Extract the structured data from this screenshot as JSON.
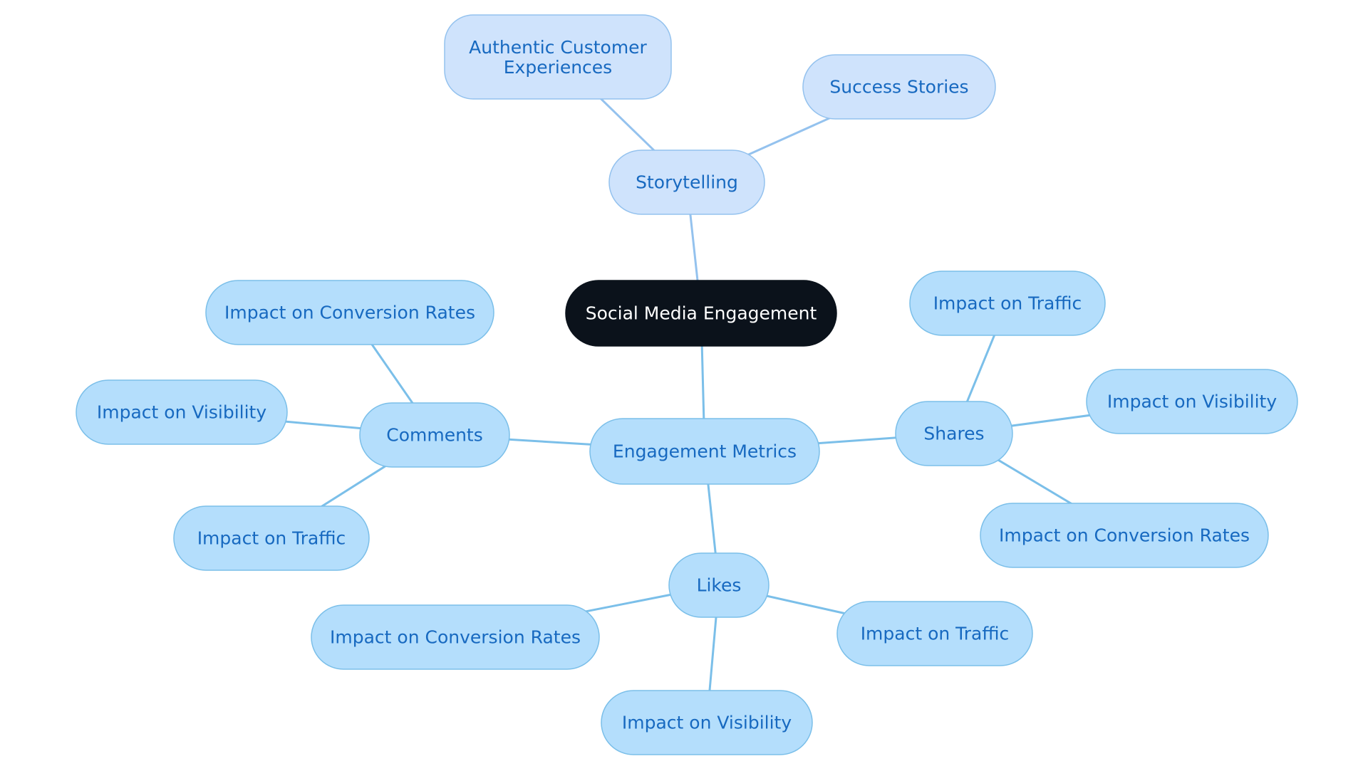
{
  "colors": {
    "background": "#ffffff",
    "root_fill": "#0b121b",
    "root_text": "#ffffff",
    "branch_fill": "#cfe3fc",
    "branch_stroke": "#94c2ee",
    "branch_text": "#1769c0",
    "leaf_fill": "#b4defc",
    "leaf_stroke": "#7bbfe9",
    "leaf_text": "#1769c0",
    "edge_storytelling": "#94c2ee",
    "edge_metrics": "#7bbfe9"
  },
  "diagram": {
    "root": {
      "id": "root",
      "label": "Social Media Engagement"
    },
    "nodes": [
      {
        "id": "storytelling",
        "label": "Storytelling",
        "parent": "root",
        "level": "branch"
      },
      {
        "id": "authentic",
        "label": "Authentic Customer Experiences",
        "parent": "storytelling",
        "level": "branch"
      },
      {
        "id": "success",
        "label": "Success Stories",
        "parent": "storytelling",
        "level": "branch"
      },
      {
        "id": "metrics",
        "label": "Engagement Metrics",
        "parent": "root",
        "level": "leaf"
      },
      {
        "id": "comments",
        "label": "Comments",
        "parent": "metrics",
        "level": "leaf"
      },
      {
        "id": "comments_conv",
        "label": "Impact on Conversion Rates",
        "parent": "comments",
        "level": "leaf"
      },
      {
        "id": "comments_vis",
        "label": "Impact on Visibility",
        "parent": "comments",
        "level": "leaf"
      },
      {
        "id": "comments_traffic",
        "label": "Impact on Traffic",
        "parent": "comments",
        "level": "leaf"
      },
      {
        "id": "shares",
        "label": "Shares",
        "parent": "metrics",
        "level": "leaf"
      },
      {
        "id": "shares_traffic",
        "label": "Impact on Traffic",
        "parent": "shares",
        "level": "leaf"
      },
      {
        "id": "shares_vis",
        "label": "Impact on Visibility",
        "parent": "shares",
        "level": "leaf"
      },
      {
        "id": "shares_conv",
        "label": "Impact on Conversion Rates",
        "parent": "shares",
        "level": "leaf"
      },
      {
        "id": "likes",
        "label": "Likes",
        "parent": "metrics",
        "level": "leaf"
      },
      {
        "id": "likes_conv",
        "label": "Impact on Conversion Rates",
        "parent": "likes",
        "level": "leaf"
      },
      {
        "id": "likes_traffic",
        "label": "Impact on Traffic",
        "parent": "likes",
        "level": "leaf"
      },
      {
        "id": "likes_vis",
        "label": "Impact on Visibility",
        "parent": "likes",
        "level": "leaf"
      }
    ]
  }
}
